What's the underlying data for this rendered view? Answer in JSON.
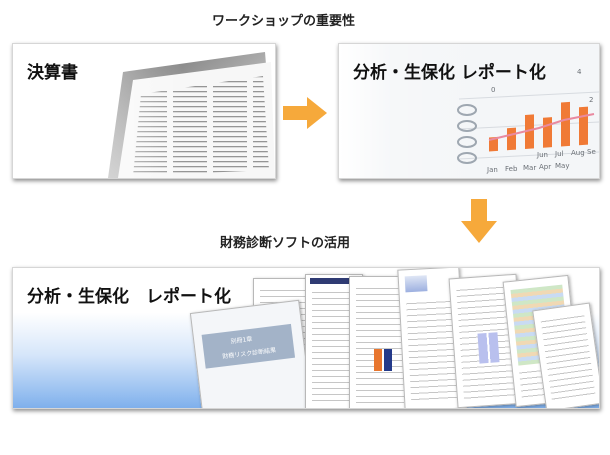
{
  "title_top": "ワークショップの重要性",
  "title_middle": "財務診断ソフトの活用",
  "panel_top_left": {
    "label": "決算書"
  },
  "panel_top_right": {
    "label": "分析・生保化 レポート化",
    "chart_axis_ticks": [
      "4",
      "2",
      "0",
      "Jan",
      "Feb",
      "Mar",
      "Apr",
      "May",
      "Jun",
      "Jul",
      "Aug",
      "Se"
    ]
  },
  "panel_bottom": {
    "label": "分析・生保化　レポート化",
    "cover_sheet": {
      "heading": "別冊1章",
      "subtitle": "財務リスク診断結果"
    }
  },
  "colors": {
    "arrow": "#f6a93b",
    "chart_bar": "#f07a36",
    "blue_band": "#7fb0ec"
  }
}
